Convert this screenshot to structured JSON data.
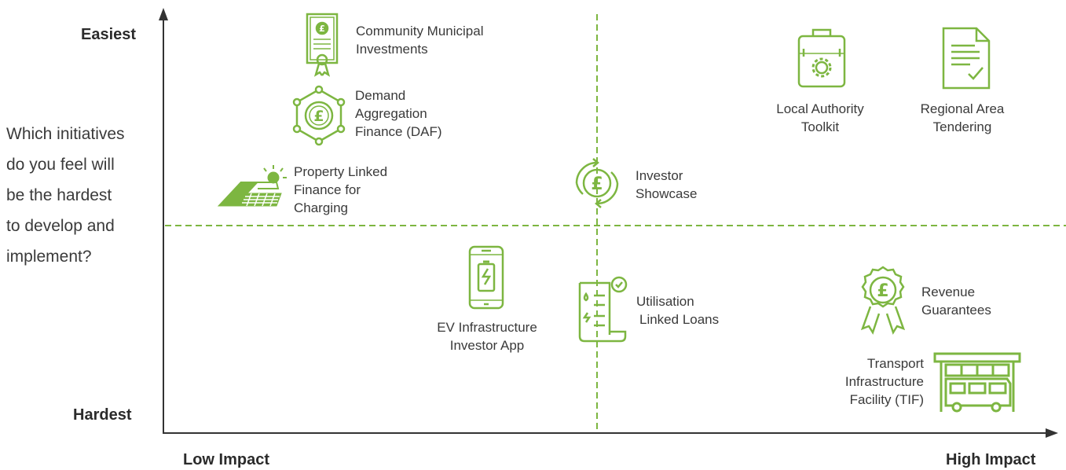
{
  "axes": {
    "y_top": "Easiest",
    "y_bottom": "Hardest",
    "x_left": "Low Impact",
    "x_right": "High Impact"
  },
  "question": [
    "Which initiatives",
    "do you feel will",
    "be the hardest",
    "to develop and",
    "implement?"
  ],
  "items": {
    "community_municipal": [
      "Community Municipal",
      "Investments"
    ],
    "daf": [
      "Demand",
      "Aggregation",
      "Finance (DAF)"
    ],
    "property_linked": [
      "Property Linked",
      "Finance for",
      "Charging"
    ],
    "investor_showcase": [
      "Investor",
      "Showcase"
    ],
    "local_authority": [
      "Local Authority",
      "Toolkit"
    ],
    "regional_area": [
      "Regional Area",
      "Tendering"
    ],
    "ev_app": [
      "EV Infrastructure",
      "Investor App"
    ],
    "utilisation": [
      "Utilisation",
      "Linked Loans"
    ],
    "revenue": [
      "Revenue",
      "Guarantees"
    ],
    "tif": [
      "Transport",
      "Infrastructure",
      "Facility (TIF)"
    ]
  },
  "colors": {
    "accent": "#7db641",
    "axis": "#333333",
    "text": "#3a3a3a"
  },
  "icons": [
    "certificate-icon",
    "network-pound-icon",
    "solar-roof-icon",
    "pound-cycle-icon",
    "toolbox-icon",
    "document-check-icon",
    "phone-battery-icon",
    "receipt-icon",
    "rosette-pound-icon",
    "bus-stop-icon"
  ]
}
